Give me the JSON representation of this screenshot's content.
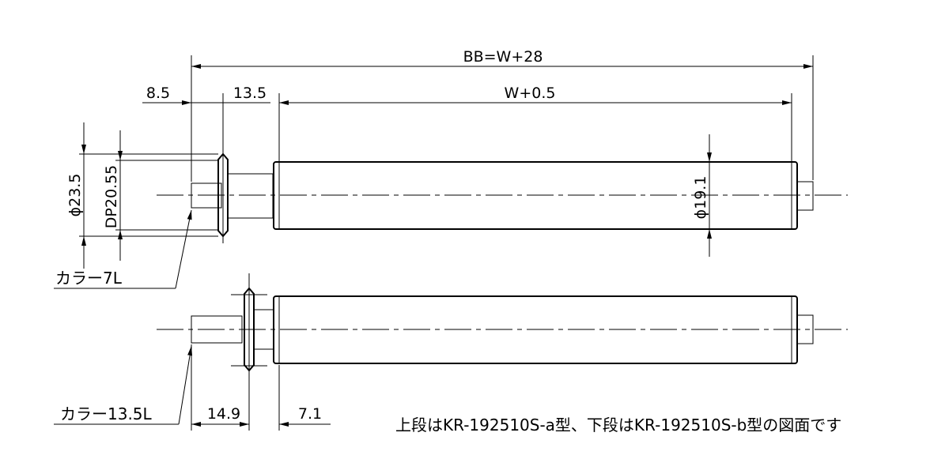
{
  "dimensions": {
    "overall_length": "BB=W+28",
    "left_shaft": "8.5",
    "flange_offset": "13.5",
    "tube_length": "W+0.5",
    "flange_diameter": "ϕ23.5",
    "sprocket_pitch": "DP20.55",
    "tube_diameter": "ϕ19.1",
    "collar_top": "カラー7L",
    "collar_bottom": "カラー13.5L",
    "bottom_offset_1": "14.9",
    "bottom_offset_2": "7.1"
  },
  "caption": "上段はKR-192510S-a型、下段はKR-192510S-b型の図面です"
}
